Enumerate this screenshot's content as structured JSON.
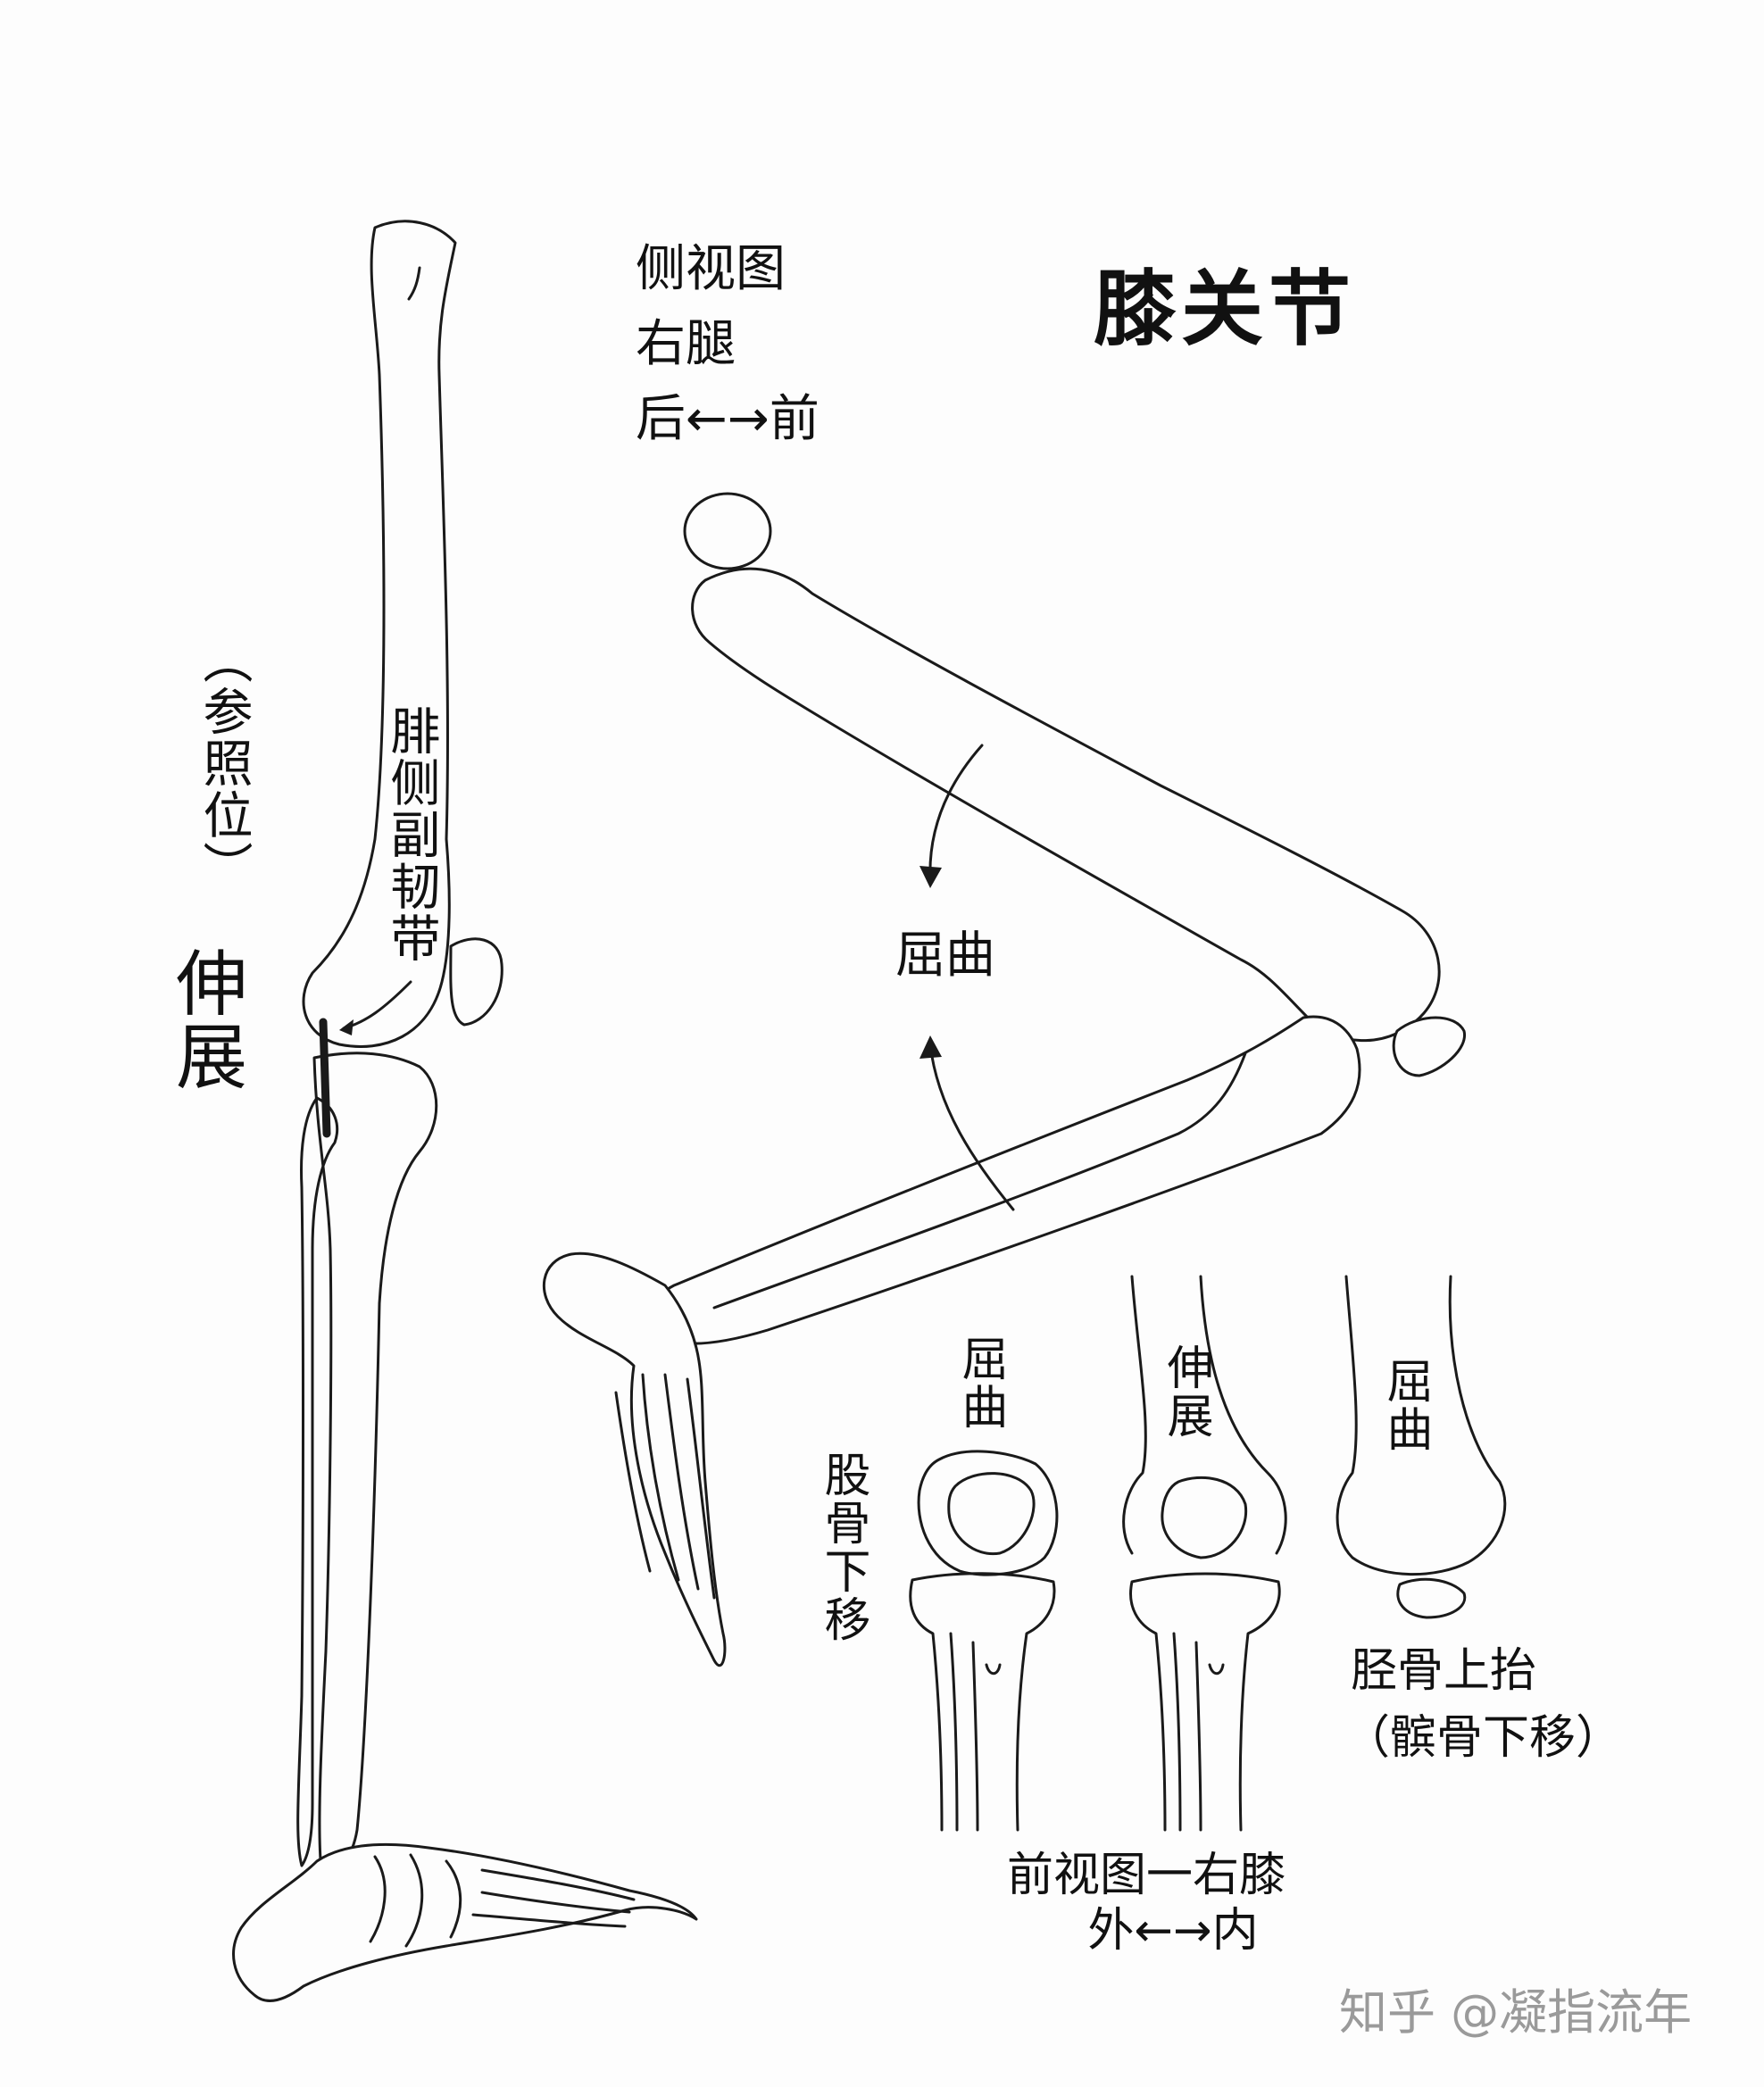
{
  "title": "膝关节",
  "side_view": {
    "caption_lines": [
      "侧视图",
      "右腿",
      "后←→前"
    ]
  },
  "left_leg": {
    "reference_label": "（参照位）",
    "pose_label": "伸展",
    "ligament_label": "腓侧副韧带"
  },
  "bent_leg": {
    "motion_label": "屈曲"
  },
  "front_views": {
    "knee_flexed_label": "屈曲",
    "femur_note": "股骨下移",
    "knee_extended_label": "伸展",
    "knee_flexed_right_label": "屈曲",
    "tibia_note_lines": [
      "胫骨上抬",
      "（髌骨下移）"
    ],
    "caption_lines": [
      "前视图一右膝",
      "外←→内"
    ]
  },
  "watermark": "知乎 @凝指流年"
}
